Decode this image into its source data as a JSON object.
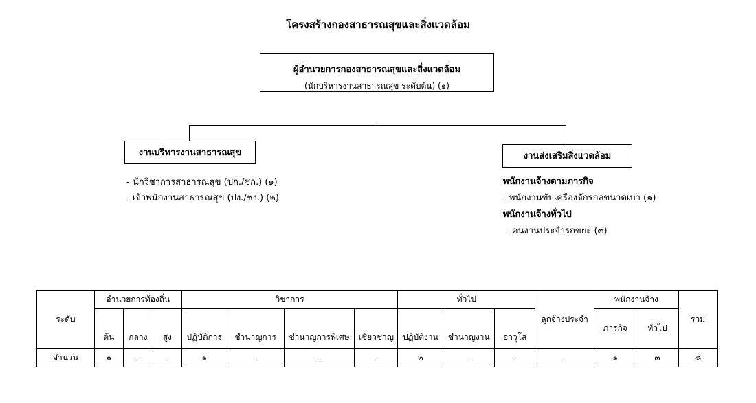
{
  "title": "โครงสร้างกองสาธารณสุขและสิ่งแวดล้อม",
  "top_box": {
    "line1": "ผู้อำนวยการกองสาธารณสุขและสิ่งแวดล้อม",
    "line2": "(นักบริหารงานสาธารณสุข ระดับต้น) (๑)"
  },
  "left_unit": {
    "name": "งานบริหารงานสาธารณสุข",
    "items": [
      "- นักวิชาการสาธารณสุข  (ปก./ชก.) (๑)",
      "- เจ้าพนักงานสาธารณสุข (ปง./ชง.) (๒)"
    ]
  },
  "right_unit": {
    "name": "งานส่งเสริมสิ่งแวดล้อม",
    "group1_heading": "พนักงานจ้างตามภารกิจ",
    "group1_items": [
      "- พนักงานขับเครื่องจักรกลขนาดเบา (๑)"
    ],
    "group2_heading": "พนักงานจ้างทั่วไป",
    "group2_items": [
      "- คนงานประจำรถขยะ (๓)"
    ]
  },
  "table": {
    "level_header": "ระดับ",
    "groups": {
      "local_admin": "อำนวยการท้องถิ่น",
      "academic": "วิชาการ",
      "general": "ทั่วไป",
      "permanent_worker": "ลูกจ้างประจำ",
      "employee": "พนักงานจ้าง",
      "total": "รวม"
    },
    "subheaders": {
      "local_admin": [
        "ต้น",
        "กลาง",
        "สูง"
      ],
      "academic": [
        "ปฏิบัติการ",
        "ชำนาญการ",
        "ชำนาญการพิเศษ",
        "เชี่ยวชาญ"
      ],
      "general": [
        "ปฏิบัติงาน",
        "ชำนาญงาน",
        "อาวุโส"
      ],
      "employee": [
        "ภารกิจ",
        "ทั่วไป"
      ]
    },
    "count_row": {
      "label": "จำนวน",
      "values": [
        "๑",
        "-",
        "-",
        "๑",
        "-",
        "-",
        "-",
        "๒",
        "-",
        "-",
        "-",
        "๑",
        "๓",
        "๘"
      ]
    }
  }
}
